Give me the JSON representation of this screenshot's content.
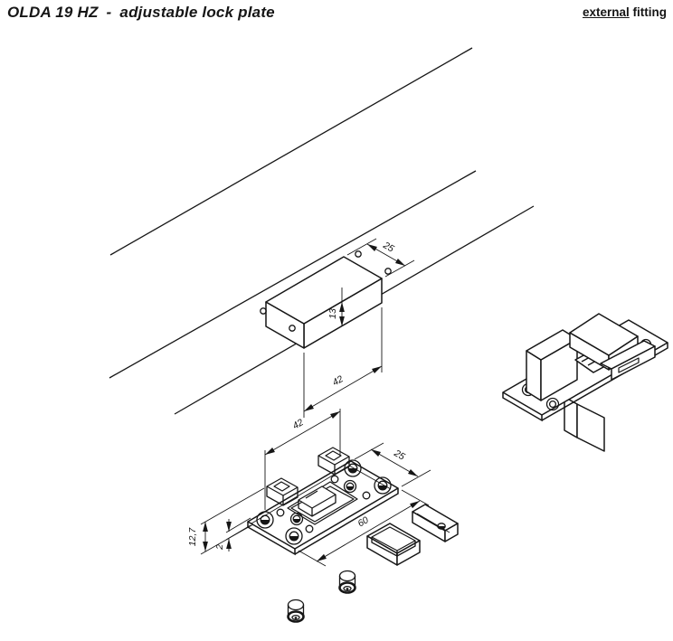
{
  "header": {
    "model": "OLDA 19 HZ",
    "separator": "-",
    "product": "adjustable lock plate",
    "fitting_underlined": "external",
    "fitting_rest": " fitting"
  },
  "cutout_dims": {
    "width": "25",
    "depth": "13",
    "length": "42"
  },
  "plate_dims": {
    "hole_spacing": "42",
    "width": "25",
    "length": "60",
    "backset": "12,7",
    "thickness": "2"
  },
  "colors": {
    "line": "#161616",
    "background": "#ffffff"
  }
}
